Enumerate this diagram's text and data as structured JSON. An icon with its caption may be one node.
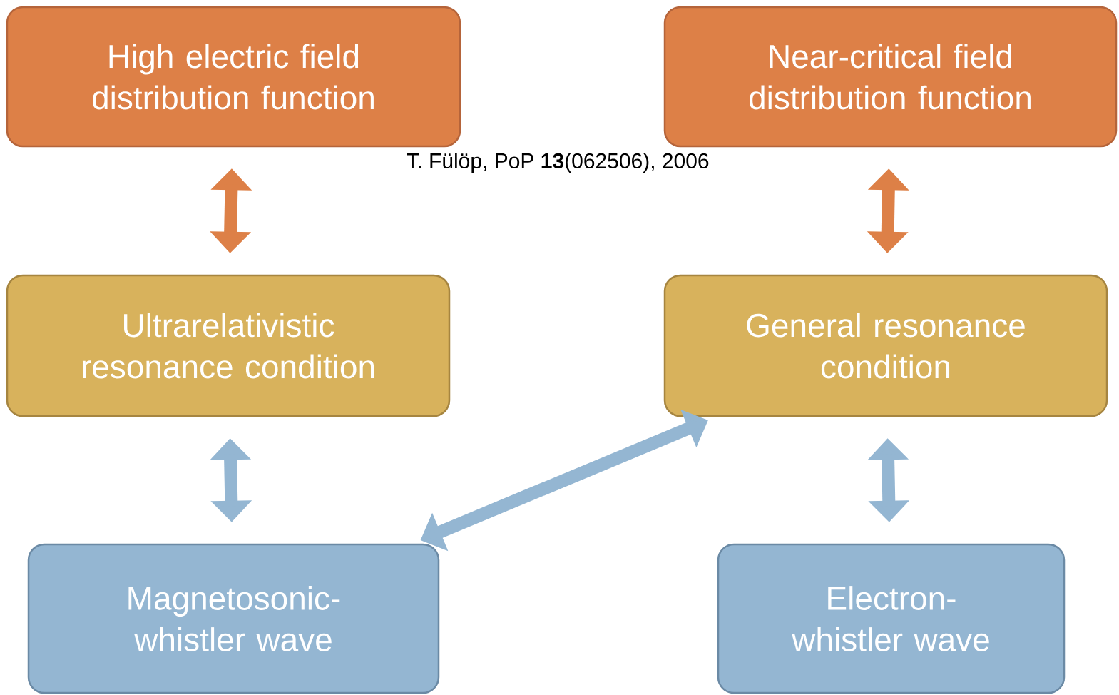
{
  "diagram": {
    "nodes": [
      {
        "text": [
          "High electric field distribution function"
        ]
      },
      {
        "text": [
          "Near-critical field distribution function"
        ]
      },
      {
        "text": [
          "Ultrarelativistic resonance condition"
        ]
      },
      {
        "text": [
          "General resonance condition"
        ]
      },
      {
        "text": [
          "Magnetosonic-whistler wave"
        ]
      },
      {
        "text": [
          "Electron-whistler wave"
        ]
      }
    ],
    "edges": [
      {
        "from": 0,
        "to": 2,
        "arrow": "both",
        "color": "#dd8047"
      },
      {
        "from": 1,
        "to": 3,
        "arrow": "both",
        "color": "#dd8047"
      },
      {
        "from": 2,
        "to": 4,
        "arrow": "both"
      },
      {
        "from": 3,
        "to": 5,
        "arrow": "both"
      },
      {
        "from": 4,
        "to": 3,
        "arrow": "both"
      }
    ],
    "labels": [
      "T. Fülöp, PoP **13**(062506), 2006"
    ]
  }
}
